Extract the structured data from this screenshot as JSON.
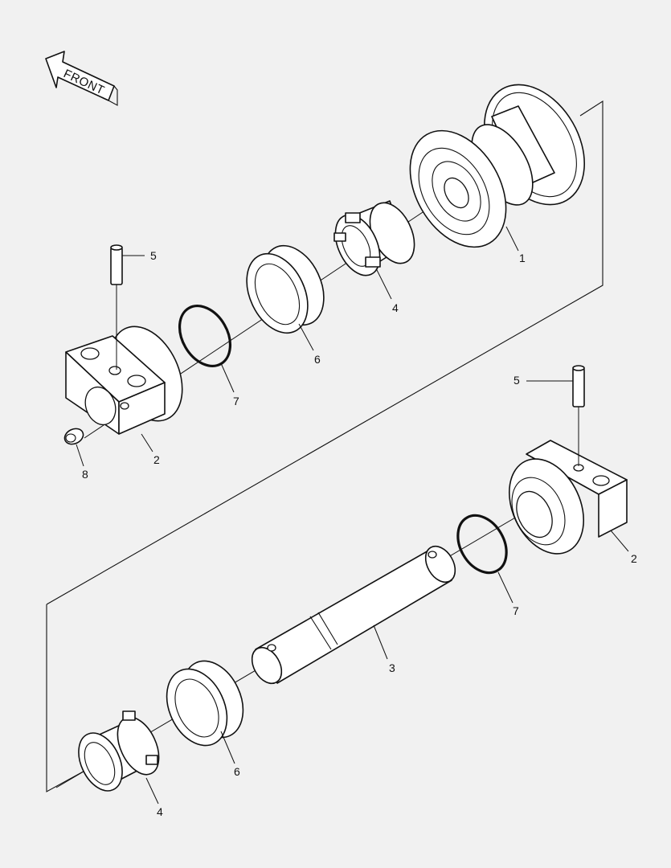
{
  "front_label": "FRONT",
  "callouts": [
    {
      "id": "c1",
      "text": "1"
    },
    {
      "id": "c2a",
      "text": "2"
    },
    {
      "id": "c2b",
      "text": "2"
    },
    {
      "id": "c3",
      "text": "3"
    },
    {
      "id": "c4a",
      "text": "4"
    },
    {
      "id": "c4b",
      "text": "4"
    },
    {
      "id": "c5a",
      "text": "5"
    },
    {
      "id": "c5b",
      "text": "5"
    },
    {
      "id": "c6a",
      "text": "6"
    },
    {
      "id": "c6b",
      "text": "6"
    },
    {
      "id": "c7a",
      "text": "7"
    },
    {
      "id": "c7b",
      "text": "7"
    },
    {
      "id": "c8",
      "text": "8"
    }
  ],
  "colors": {
    "line": "#111111",
    "paper": "#f1f1f1",
    "fill": "#ffffff"
  }
}
